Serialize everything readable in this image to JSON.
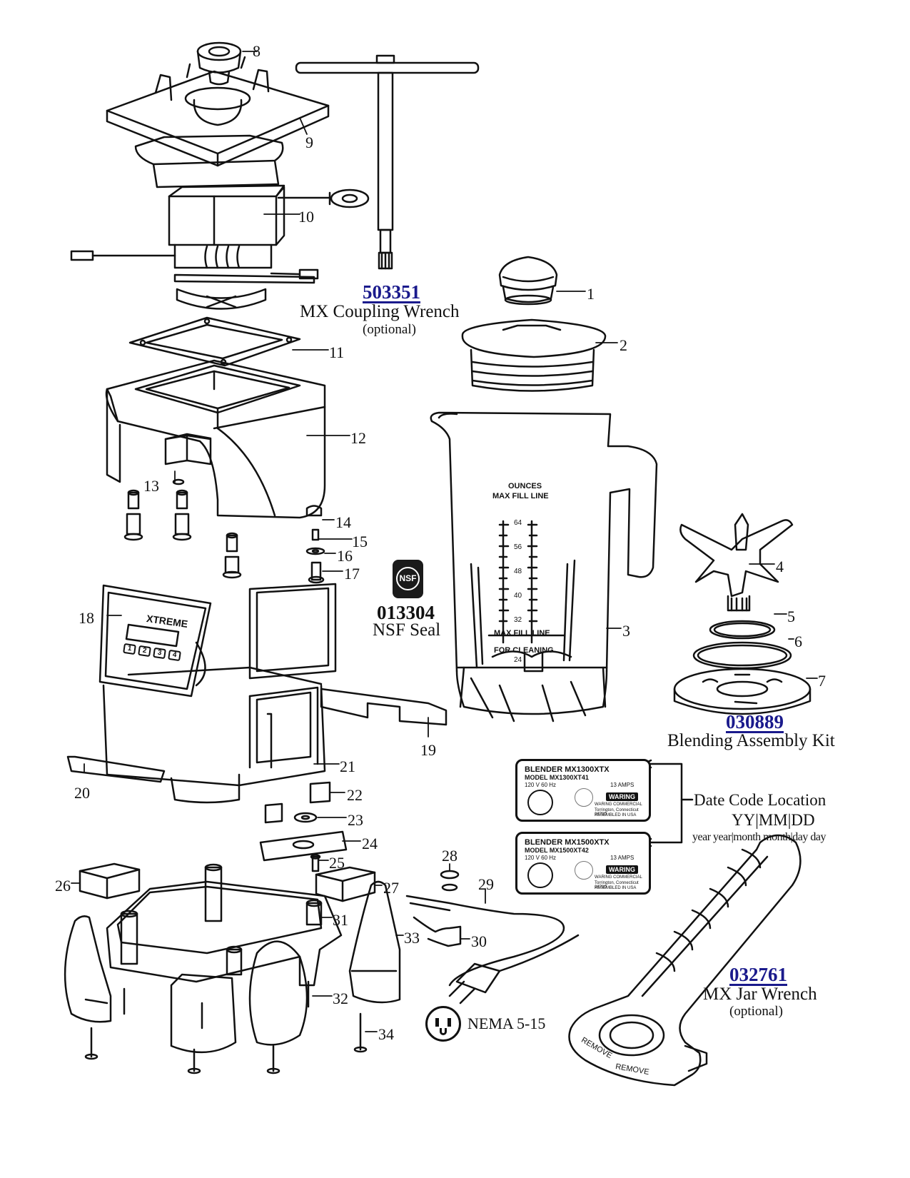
{
  "callouts": [
    "1",
    "2",
    "3",
    "4",
    "5",
    "6",
    "7",
    "8",
    "9",
    "10",
    "11",
    "12",
    "13",
    "14",
    "15",
    "16",
    "17",
    "18",
    "19",
    "20",
    "21",
    "22",
    "23",
    "24",
    "25",
    "26",
    "27",
    "28",
    "29",
    "30",
    "31",
    "32",
    "33",
    "34"
  ],
  "kits": {
    "coupling_wrench": {
      "number": "503351",
      "name": "MX Coupling Wrench",
      "note": "(optional)"
    },
    "nsf_seal": {
      "number": "013304",
      "name": "NSF Seal",
      "badge": "NSF"
    },
    "blending_assembly": {
      "number": "030889",
      "name": "Blending Assembly Kit"
    },
    "jar_wrench": {
      "number": "032761",
      "name": "MX Jar Wrench",
      "note": "(optional)"
    }
  },
  "date_code": {
    "title": "Date Code Location",
    "format": "YY|MM|DD",
    "words": "year year|month month|day day"
  },
  "rating_plates": [
    {
      "line1": "BLENDER  MX1300XTX",
      "line2": "MODEL  MX1300XT41",
      "line3": "120 V  60 Hz",
      "amps": "13  AMPS",
      "brand": "WARING",
      "co1": "WARING COMMERCIAL",
      "co2": "Torrington, Connecticut 06790",
      "co3": "ASSEMBLED IN USA"
    },
    {
      "line1": "BLENDER  MX1500XTX",
      "line2": "MODEL  MX1500XT42",
      "line3": "120 V  60 Hz",
      "amps": "13  AMPS",
      "brand": "WARING",
      "co1": "WARING COMMERCIAL",
      "co2": "Torrington, Connecticut 06790",
      "co3": "ASSEMBLED IN USA"
    }
  ],
  "plug": {
    "label": "NEMA 5-15"
  },
  "jar": {
    "ounces": "OUNCES",
    "max_fill": "MAX FILL LINE",
    "scale": [
      "64",
      "56",
      "48",
      "40",
      "32",
      "24"
    ],
    "max_fill_cleaning": "MAX FILL LINE",
    "for_cleaning": "FOR CLEANING"
  },
  "control_panel": {
    "brand": "XTREME",
    "keys": [
      "1",
      "2",
      "3",
      "4"
    ]
  },
  "jar_wrench_text": {
    "remove": "REMOVE"
  }
}
